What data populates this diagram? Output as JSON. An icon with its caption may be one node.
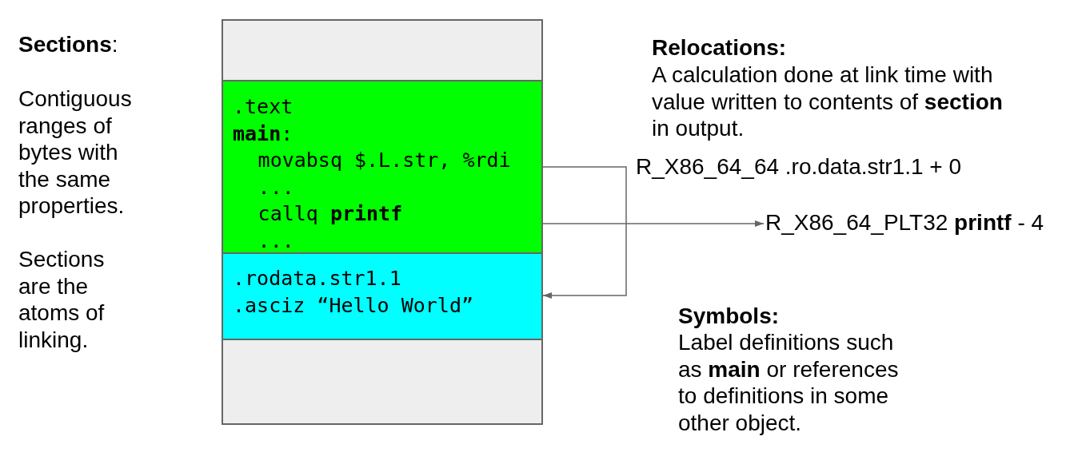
{
  "diagram": {
    "nodes": [
      {
        "text": [],
        "shape": "box"
      },
      {
        "text": [
          ".text",
          "**main**:",
          "movabsq $.L.str, %rdi",
          "...",
          "callq **printf**",
          "..."
        ],
        "in": 0
      },
      {
        "text": [
          ".rodata.str1.1",
          ".asciz “Hello World”"
        ],
        "in": 0
      },
      {
        "text": [
          "R_X86_64_PLT32 **printf** - 4"
        ]
      }
    ],
    "edges": [
      {
        "from": 1,
        "to": 2,
        "arrow": "to",
        "label": "R_X86_64_64 .ro.data.str1.1 + 0"
      },
      {
        "from": 1,
        "to": 3,
        "arrow": "to"
      }
    ],
    "labels": [
      "**Sections**:",
      "Contiguous ranges of bytes with the same properties.",
      "Sections are the atoms of linking.",
      "Relocations:",
      "A calculation done at link time with value written to contents of **section** in output.",
      "Symbols:",
      "Label definitions such as **main** or references to definitions in some other object."
    ]
  }
}
